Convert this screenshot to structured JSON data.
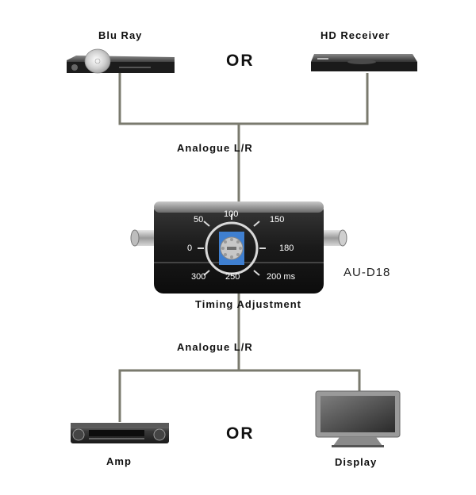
{
  "sources": [
    {
      "label": "Blu Ray",
      "icon": "blu-ray-player-icon"
    },
    {
      "label": "HD Receiver",
      "icon": "hd-receiver-icon"
    }
  ],
  "outputs": [
    {
      "label": "Amp",
      "icon": "amplifier-icon"
    },
    {
      "label": "Display",
      "icon": "display-monitor-icon"
    }
  ],
  "or_top": "OR",
  "or_bottom": "OR",
  "connection_top": "Analogue L/R",
  "connection_bottom": "Analogue L/R",
  "device": {
    "model": "AU-D18",
    "caption": "Timing Adjustment",
    "dial_values": [
      "50",
      "100",
      "150",
      "0",
      "180",
      "300",
      "250",
      "200 ms"
    ]
  },
  "colors": {
    "line": "#7a7a6e",
    "device_body": "#222222",
    "dial_blue": "#3f7fd0"
  }
}
